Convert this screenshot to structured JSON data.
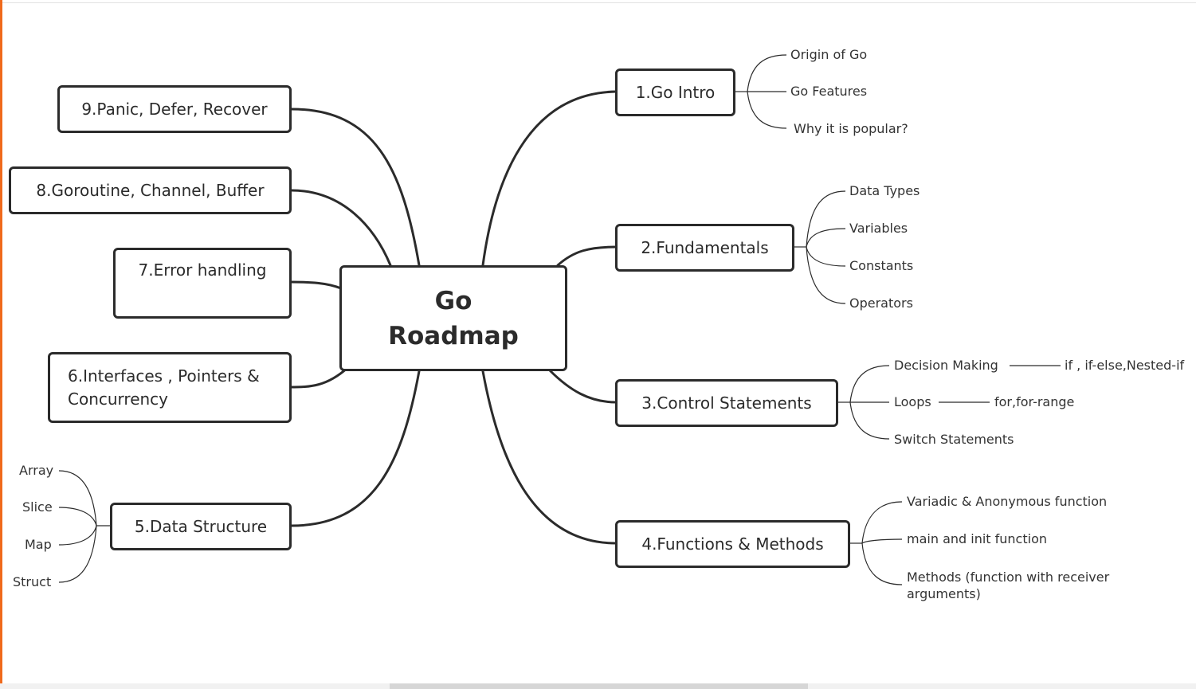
{
  "center": {
    "label": "Go Roadmap"
  },
  "topics": [
    {
      "id": "t1",
      "label": "1.Go Intro",
      "leaves": [
        "Origin of Go",
        "Go Features",
        "Why it is popular?"
      ]
    },
    {
      "id": "t2",
      "label": "2.Fundamentals",
      "leaves": [
        "Data Types",
        "Variables",
        "Constants",
        "Operators"
      ]
    },
    {
      "id": "t3",
      "label": "3.Control Statements",
      "leaves": [
        "Decision Making",
        "Loops",
        "Switch Statements"
      ],
      "subleaves": {
        "decision": "if , if-else,Nested-if",
        "loops": "for,for-range"
      }
    },
    {
      "id": "t4",
      "label": "4.Functions & Methods",
      "leaves": [
        "Variadic & Anonymous function",
        "main and init function",
        "Methods (function with receiver arguments)"
      ]
    },
    {
      "id": "t5",
      "label": "5.Data Structure",
      "leaves": [
        "Array",
        "Slice",
        "Map",
        "Struct"
      ]
    },
    {
      "id": "t6",
      "label": "6.Interfaces , Pointers & Concurrency"
    },
    {
      "id": "t7",
      "label": "7.Error handling"
    },
    {
      "id": "t8",
      "label": "8.Goroutine, Channel, Buffer"
    },
    {
      "id": "t9",
      "label": "9.Panic, Defer, Recover"
    }
  ],
  "colors": {
    "accent": "#f06a1c",
    "stroke": "#2b2b2b",
    "text": "#333333"
  }
}
